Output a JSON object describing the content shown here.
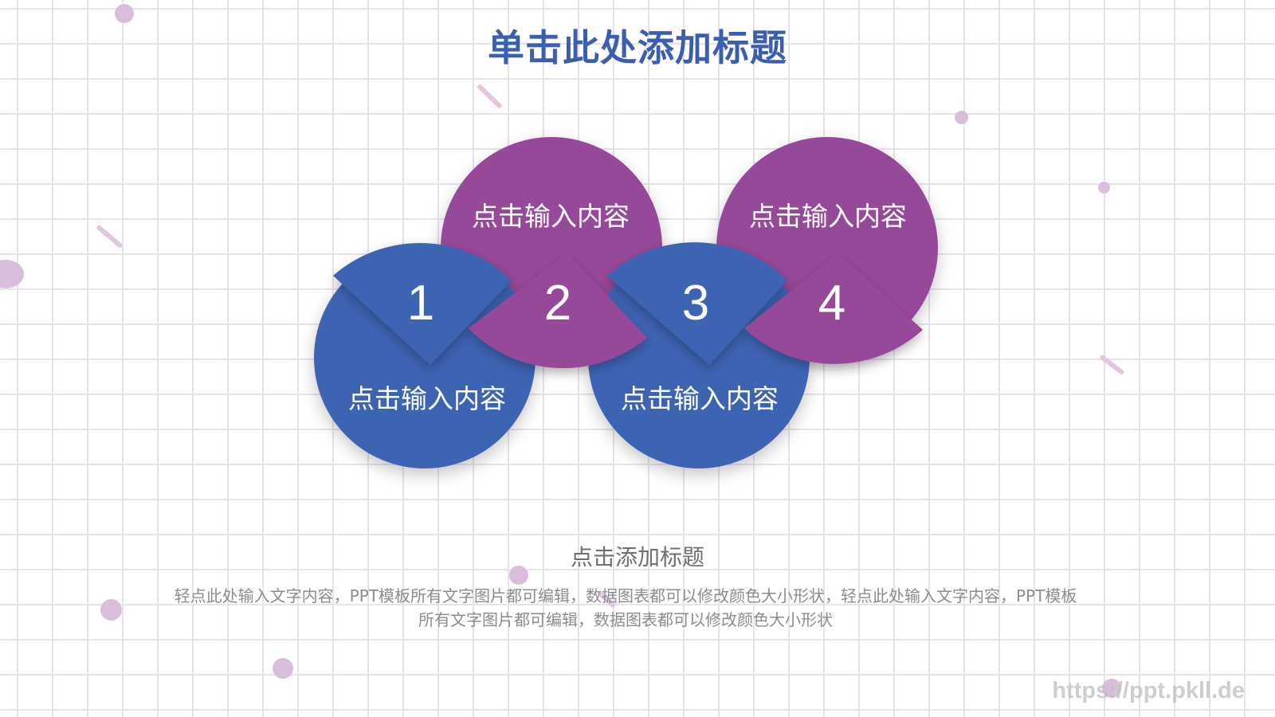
{
  "slide": {
    "title": "单击此处添加标题",
    "subheading": "点击添加标题",
    "body_line1": "轻点此处输入文字内容，PPT模板所有文字图片都可编辑，数据图表都可以修改颜色大小形状，轻点此处输入文字内容，PPT模板",
    "body_line2": "所有文字图片都可编辑，数据图表都可以修改颜色大小形状",
    "watermark": "https://ppt.pkll.de"
  },
  "colors": {
    "blue": "#3c63b3",
    "purple": "#964a99",
    "title": "#3a5fb0",
    "grid": "#e6e3ec",
    "decor": "#d9bedc"
  },
  "steps": [
    {
      "number": "1",
      "label": "点击输入内容",
      "color": "blue"
    },
    {
      "number": "2",
      "label": "点击输入内容",
      "color": "purple"
    },
    {
      "number": "3",
      "label": "点击输入内容",
      "color": "blue"
    },
    {
      "number": "4",
      "label": "点击输入内容",
      "color": "purple"
    }
  ]
}
